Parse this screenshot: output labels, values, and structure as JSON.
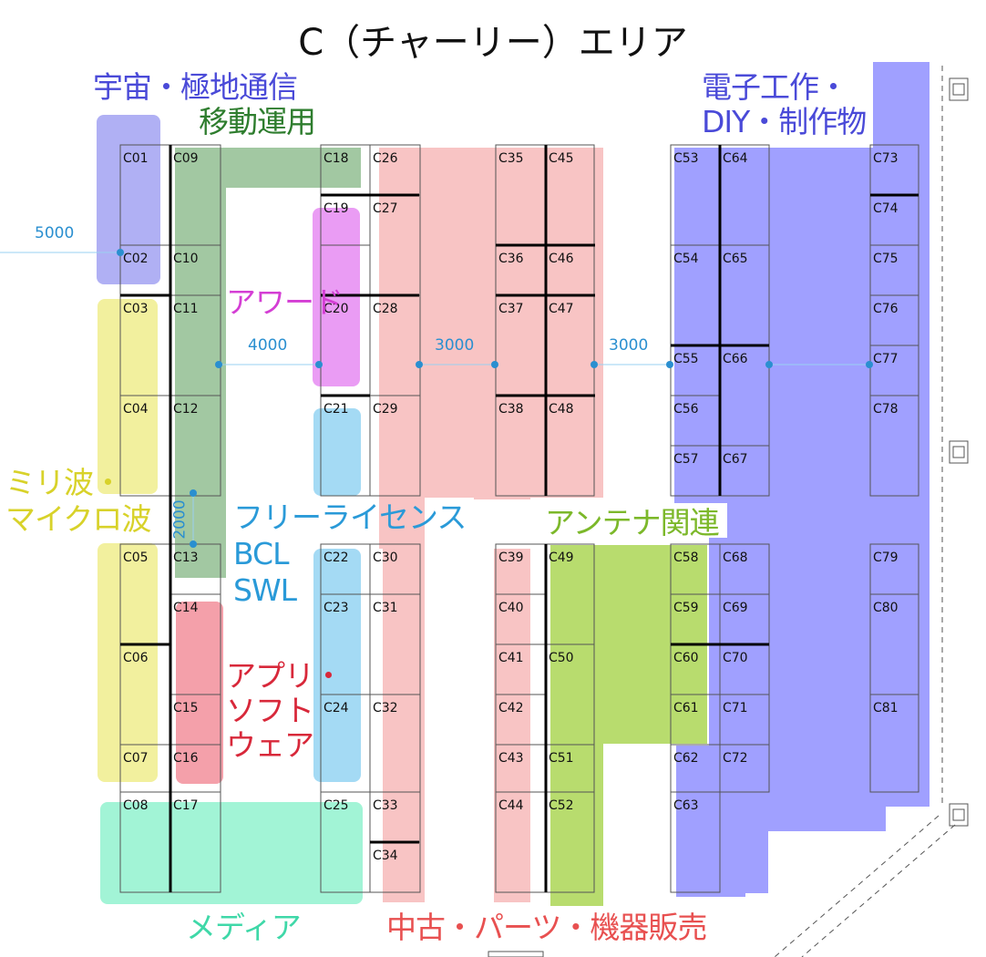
{
  "title": "C（チャーリー）エリア",
  "categories": {
    "space_polar": {
      "label": "宇宙・極地通信",
      "color": "#4a4ad8"
    },
    "mobile": {
      "label": "移動運用",
      "color": "#2e7d2e"
    },
    "electronics": {
      "label_line1": "電子工作・",
      "label_line2": "DIY・制作物",
      "color": "#4a4ad8"
    },
    "award": {
      "label": "アワード",
      "color": "#d43ed4"
    },
    "mmwave": {
      "label_line1": "ミリ波・",
      "label_line2": "マイクロ波",
      "color": "#d8d22a"
    },
    "license_free": {
      "label_line1": "フリーライセンス",
      "label_line2": "BCL",
      "label_line3": "SWL",
      "color": "#2a9ad8"
    },
    "antenna": {
      "label": "アンテナ関連",
      "color": "#7cb82a"
    },
    "app_software": {
      "label_line1": "アプリ・",
      "label_line2": "ソフト",
      "label_line3": "ウェア",
      "color": "#d8283a"
    },
    "media": {
      "label": "メディア",
      "color": "#3fd8a8"
    },
    "used_parts": {
      "label": "中古・パーツ・機器販売",
      "color": "#e85050"
    }
  },
  "dimensions": {
    "d5000": "5000",
    "d4000": "4000",
    "d3000_a": "3000",
    "d3000_b": "3000",
    "d2000": "2000"
  },
  "booths": [
    "C01",
    "C02",
    "C03",
    "C04",
    "C05",
    "C06",
    "C07",
    "C08",
    "C09",
    "C10",
    "C11",
    "C12",
    "C13",
    "C14",
    "C15",
    "C16",
    "C17",
    "C18",
    "C19",
    "C20",
    "C21",
    "C22",
    "C23",
    "C24",
    "C25",
    "C26",
    "C27",
    "C28",
    "C29",
    "C30",
    "C31",
    "C32",
    "C33",
    "C34",
    "C35",
    "C36",
    "C37",
    "C38",
    "C39",
    "C40",
    "C41",
    "C42",
    "C43",
    "C44",
    "C45",
    "C46",
    "C47",
    "C48",
    "C49",
    "C50",
    "C51",
    "C52",
    "C53",
    "C54",
    "C55",
    "C56",
    "C57",
    "C58",
    "C59",
    "C60",
    "C61",
    "C62",
    "C63",
    "C64",
    "C65",
    "C66",
    "C67",
    "C68",
    "C69",
    "C70",
    "C71",
    "C72",
    "C73",
    "C74",
    "C75",
    "C76",
    "C77",
    "C78",
    "C79",
    "C80",
    "C81"
  ]
}
